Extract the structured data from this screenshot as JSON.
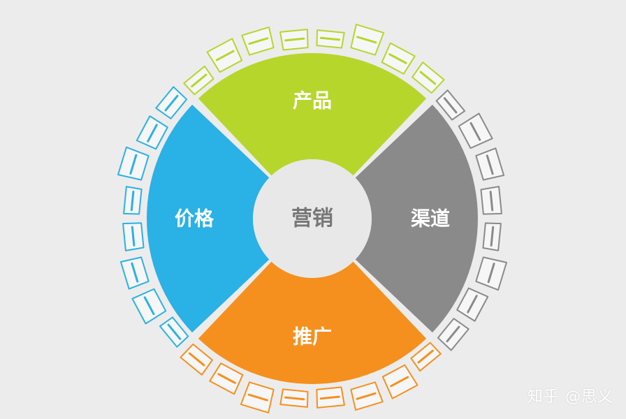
{
  "center": {
    "label": "营销",
    "color": "#e8e8e8",
    "text_color": "#777777"
  },
  "segments": [
    {
      "key": "product",
      "label": "产品",
      "color": "#b6d62c",
      "position": "top"
    },
    {
      "key": "channel",
      "label": "渠道",
      "color": "#8a8a8a",
      "position": "right"
    },
    {
      "key": "promotion",
      "label": "推广",
      "color": "#f5901e",
      "position": "bottom"
    },
    {
      "key": "price",
      "label": "价格",
      "color": "#2ab1e6",
      "position": "left"
    }
  ],
  "watermark": "知乎 @思义"
}
